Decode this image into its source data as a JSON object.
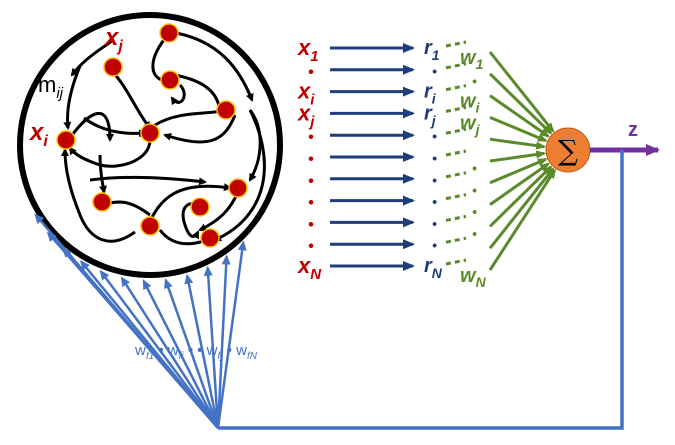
{
  "reservoir": {
    "node_label_j": "x",
    "node_label_j_sub": "j",
    "node_label_i": "x",
    "node_label_i_sub": "i",
    "connection_label": "m",
    "connection_label_sub": "ij"
  },
  "inputs": {
    "rows": [
      {
        "x": "x",
        "x_sub": "1",
        "r": "r",
        "r_sub": "1",
        "w": "w",
        "w_sub": "1"
      },
      {
        "x": "•",
        "x_sub": "",
        "r": "•",
        "r_sub": "",
        "w": "•",
        "w_sub": ""
      },
      {
        "x": "x",
        "x_sub": "i",
        "r": "r",
        "r_sub": "i",
        "w": "w",
        "w_sub": "i"
      },
      {
        "x": "x",
        "x_sub": "j",
        "r": "r",
        "r_sub": "j",
        "w": "w",
        "w_sub": "j"
      },
      {
        "x": "•",
        "x_sub": "",
        "r": "•",
        "r_sub": "",
        "w": "",
        "w_sub": ""
      },
      {
        "x": "•",
        "x_sub": "",
        "r": "•",
        "r_sub": "",
        "w": "•",
        "w_sub": ""
      },
      {
        "x": "•",
        "x_sub": "",
        "r": "•",
        "r_sub": "",
        "w": "•",
        "w_sub": ""
      },
      {
        "x": "•",
        "x_sub": "",
        "r": "•",
        "r_sub": "",
        "w": "•",
        "w_sub": ""
      },
      {
        "x": "•",
        "x_sub": "",
        "r": "•",
        "r_sub": "",
        "w": "•",
        "w_sub": ""
      },
      {
        "x": "•",
        "x_sub": "",
        "r": "•",
        "r_sub": "",
        "w": "",
        "w_sub": ""
      },
      {
        "x": "x",
        "x_sub": "N",
        "r": "r",
        "r_sub": "N",
        "w": "w",
        "w_sub": "N"
      }
    ]
  },
  "summation": {
    "symbol": "∑"
  },
  "output": {
    "label": "z"
  },
  "feedback": {
    "w1": "w",
    "w1_sub": "f1",
    "wi": "w",
    "wi_sub": "fi",
    "wj": "w",
    "wj_sub": "fj",
    "wN": "w",
    "wN_sub": "fN",
    "sep": "•",
    "sep2": "• •"
  },
  "colors": {
    "x_label": "#c00000",
    "r_label": "#1f3d7a",
    "w_label": "#5a8a2a",
    "arrow_in": "#1f3d7a",
    "arrow_w": "#5a8a2a",
    "feedback": "#4472c4",
    "sum_fill": "#ed7d31",
    "output": "#7030a0",
    "node_fill": "#c00000",
    "node_stroke": "#ffc000"
  }
}
